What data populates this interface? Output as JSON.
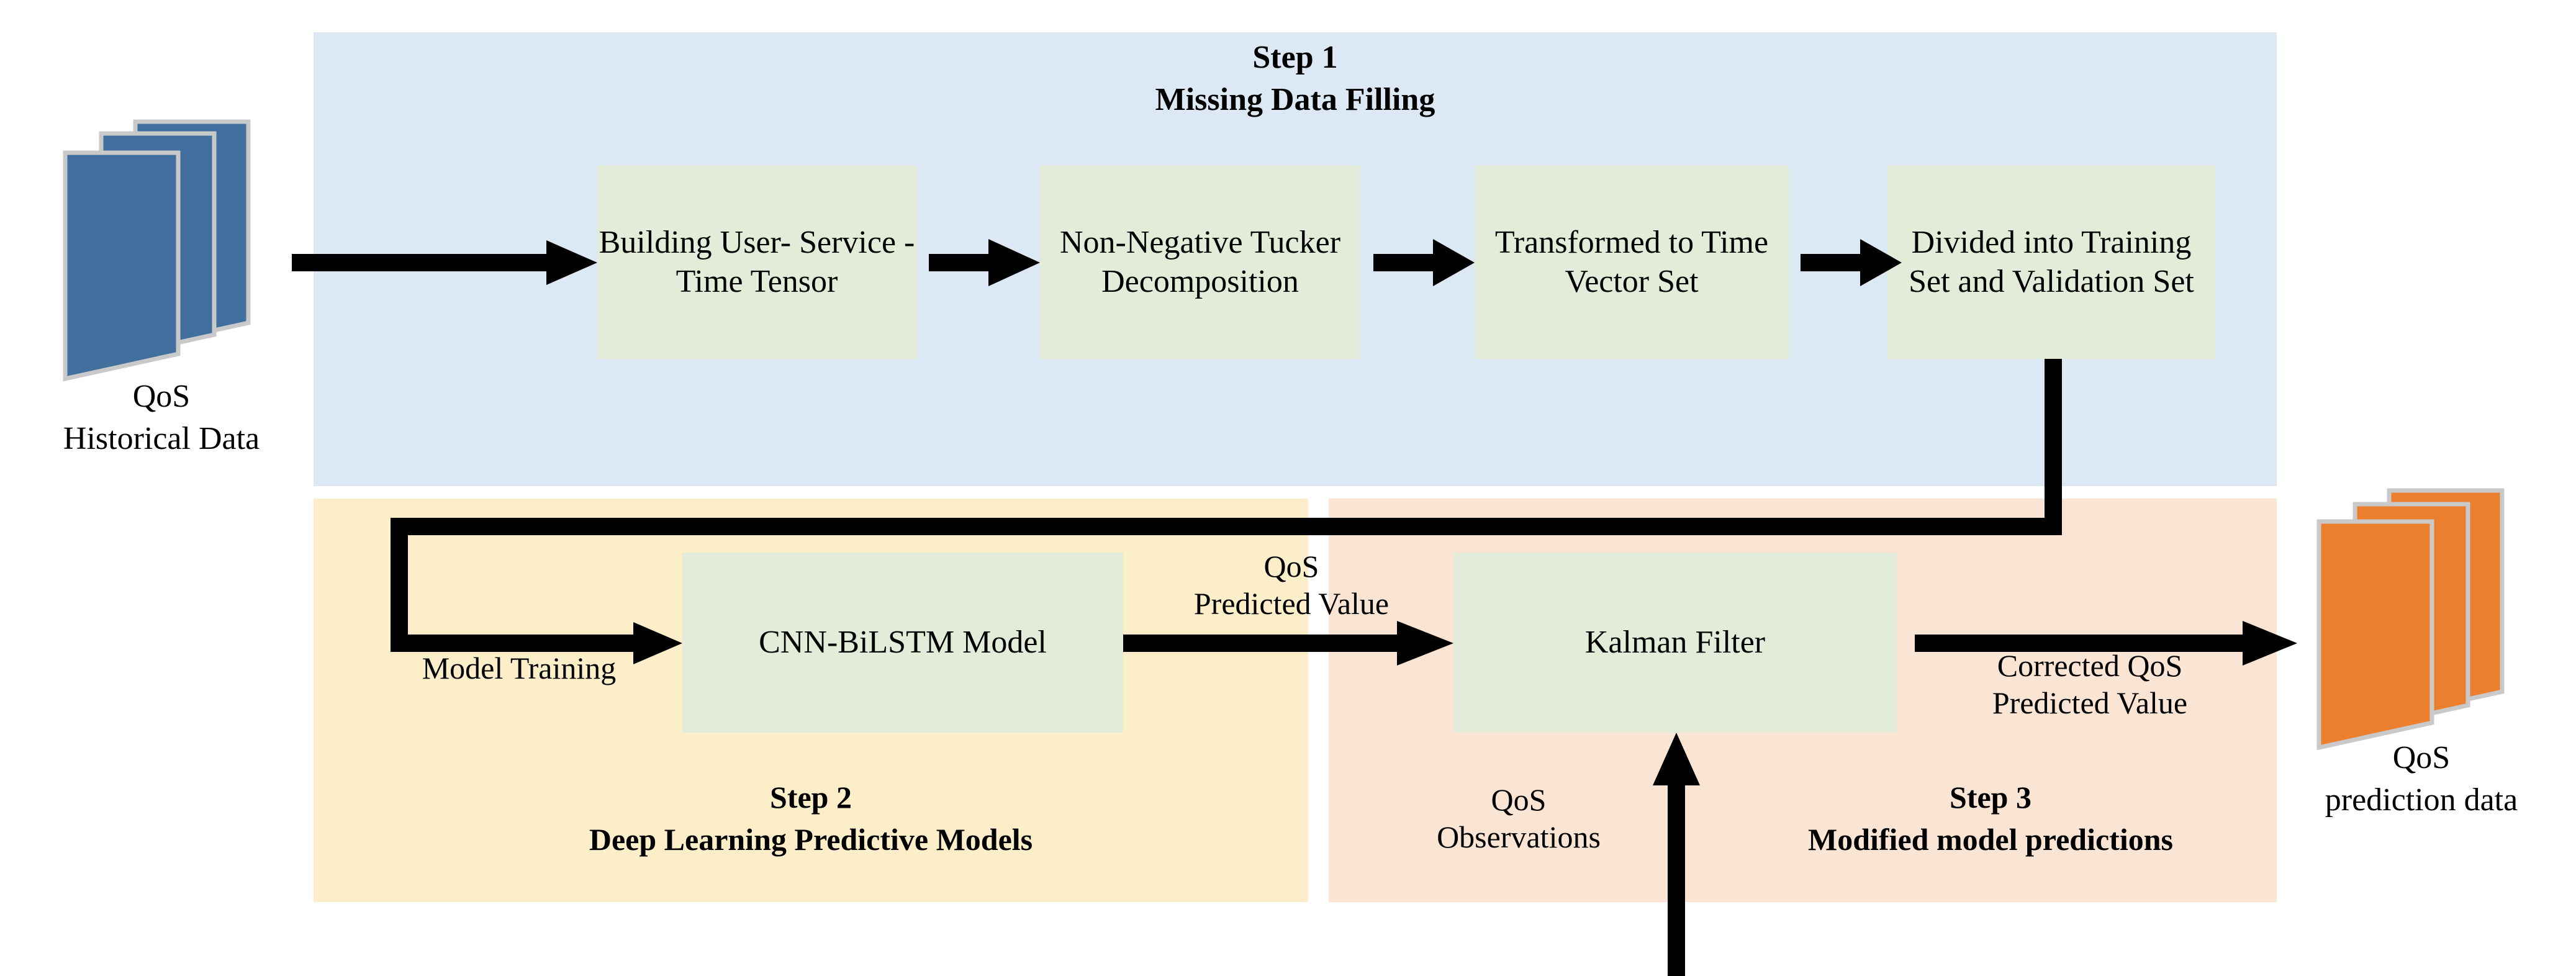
{
  "figure": {
    "title": "QoS prediction pipeline",
    "colors": {
      "panel_step1": "#dde8f5",
      "panel_step2": "#fdeeca",
      "panel_step3": "#fae4d4",
      "process_box": "#e2ecd8",
      "input_stack": "#41709f",
      "output_stack": "#ec7f2e",
      "arrow": "#000000",
      "stack_edge": "#c9c9c9"
    }
  },
  "input": {
    "stack_name": "qos-historical-data-stack",
    "caption_line1": "QoS",
    "caption_line2": "Historical Data"
  },
  "output": {
    "stack_name": "qos-prediction-data-stack",
    "caption_line1": "QoS",
    "caption_line2": "prediction data"
  },
  "steps": [
    {
      "id": "step1",
      "number": "Step 1",
      "title": "Missing Data Filling",
      "boxes": [
        {
          "id": "building-tensor",
          "label": "Building User-\nService -Time\nTensor"
        },
        {
          "id": "tucker-decomposition",
          "label": "Non-Negative\nTucker\nDecomposition"
        },
        {
          "id": "time-vector-set",
          "label": "Transformed to\nTime Vector\nSet"
        },
        {
          "id": "train-validation-split",
          "label": "Divided into\nTraining Set and\nValidation Set"
        }
      ]
    },
    {
      "id": "step2",
      "number": "Step 2",
      "title": "Deep Learning Predictive Models",
      "boxes": [
        {
          "id": "cnn-bilstm-model",
          "label": "CNN-BiLSTM Model"
        }
      ]
    },
    {
      "id": "step3",
      "number": "Step 3",
      "title": "Modified model predictions",
      "boxes": [
        {
          "id": "kalman-filter",
          "label": "Kalman Filter"
        }
      ]
    }
  ],
  "edge_labels": {
    "model_training": "Model Training",
    "qos_predicted_value": "QoS\nPredicted Value",
    "qos_observations": "QoS\nObservations",
    "corrected_qos": "Corrected QoS\nPredicted Value"
  }
}
